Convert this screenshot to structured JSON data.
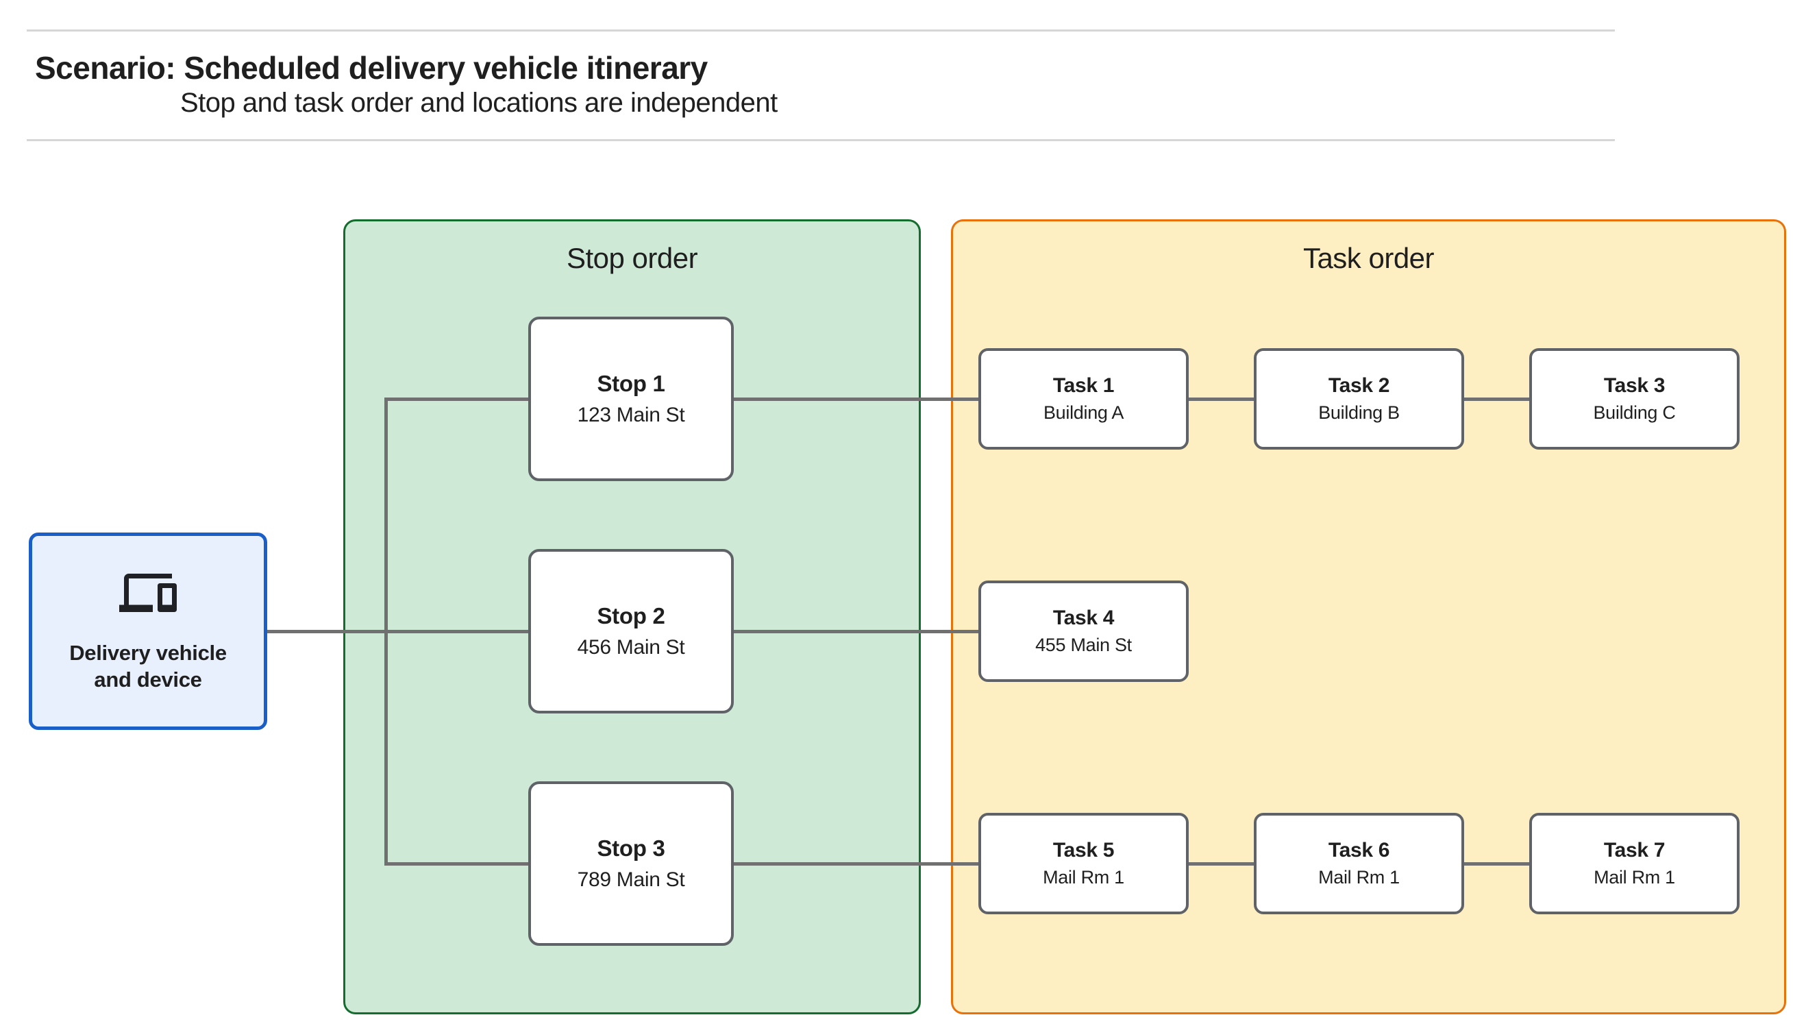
{
  "header": {
    "title": "Scenario: Scheduled delivery vehicle itinerary",
    "subtitle": "Stop and task order and locations are independent"
  },
  "source_node": {
    "label": "Delivery vehicle and device",
    "icon": "devices-icon"
  },
  "stop_panel": {
    "title": "Stop order",
    "stops": [
      {
        "name": "Stop 1",
        "address": "123 Main St"
      },
      {
        "name": "Stop 2",
        "address": "456 Main St"
      },
      {
        "name": "Stop 3",
        "address": "789 Main St"
      }
    ]
  },
  "task_panel": {
    "title": "Task order",
    "tasks": [
      {
        "name": "Task 1",
        "location": "Building A"
      },
      {
        "name": "Task 2",
        "location": "Building B"
      },
      {
        "name": "Task 3",
        "location": "Building C"
      },
      {
        "name": "Task 4",
        "location": "455 Main St"
      },
      {
        "name": "Task 5",
        "location": "Mail Rm 1"
      },
      {
        "name": "Task 6",
        "location": "Mail Rm 1"
      },
      {
        "name": "Task 7",
        "location": "Mail Rm 1"
      }
    ]
  },
  "colors": {
    "stop-panel-fill": "#CEEAD6",
    "stop-panel-border": "#146C2E",
    "task-panel-fill": "#FEEFC3",
    "task-panel-border": "#E8710A",
    "source-fill": "#E8F0FE",
    "source-border": "#1A5FC8",
    "node-fill": "#FFFFFF",
    "node-border": "#5F6368",
    "connector": "#707070",
    "divider": "#D6D6D6",
    "text": "#1F1F1F"
  }
}
